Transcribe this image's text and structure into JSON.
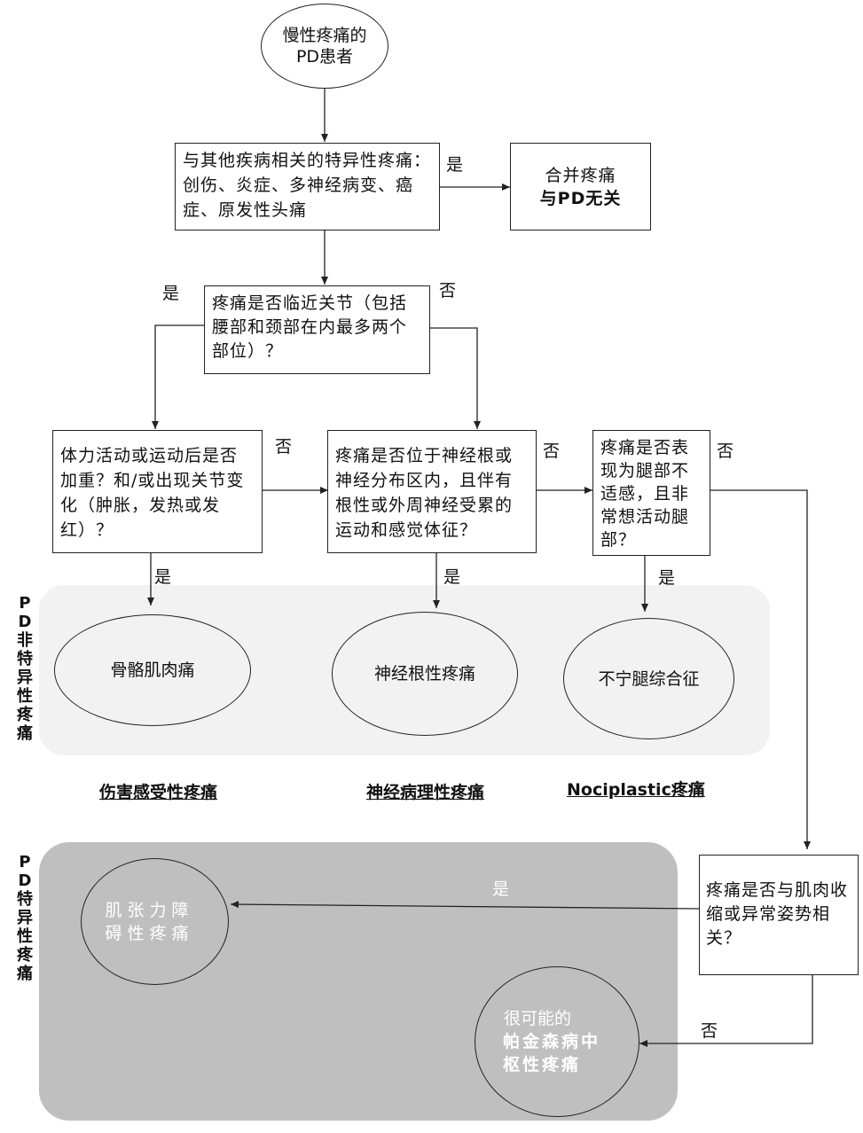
{
  "start": {
    "line1": "慢性疼痛的",
    "line2": "PD患者"
  },
  "q1": {
    "text": "与其他疾病相关的特异性疼痛：创伤、炎症、多神经病变、癌症、原发性头痛"
  },
  "unrelated": {
    "line1": "合并疼痛",
    "line2": "与PD无关"
  },
  "q2": {
    "text": "疼痛是否临近关节（包括腰部和颈部在内最多两个部位）？"
  },
  "q3": {
    "text": "体力活动或运动后是否加重？和/或出现关节变化（肿胀，发热或发红）？"
  },
  "q4": {
    "text": "疼痛是否位于神经根或神经分布区内，且伴有根性或外周神经受累的运动和感觉体征？"
  },
  "q5": {
    "text": "疼痛是否表现为腿部不适感，且非常想活动腿部？"
  },
  "q6": {
    "text": "疼痛是否与肌肉收缩或异常姿势相关？"
  },
  "outcomes": {
    "musculoskeletal": "骨骼肌肉痛",
    "radicular": "神经根性疼痛",
    "rls": "不宁腿综合征",
    "dystonic": "肌张力障碍性疼痛",
    "central_line1": "很可能的",
    "central_line2": "帕金森病中枢性疼痛"
  },
  "categories": {
    "nociceptive": "伤害感受性疼痛",
    "neuropathic": "神经病理性疼痛",
    "nociplastic": "Nociplastic疼痛"
  },
  "regions": {
    "nonspecific": "PD非特异性疼痛",
    "specific": "PD特异性疼痛"
  },
  "labels": {
    "yes": "是",
    "no": "否"
  },
  "colors": {
    "nonspecific_bg": "#f2f2f2",
    "specific_bg": "#bfbfbf",
    "line": "#222222"
  }
}
